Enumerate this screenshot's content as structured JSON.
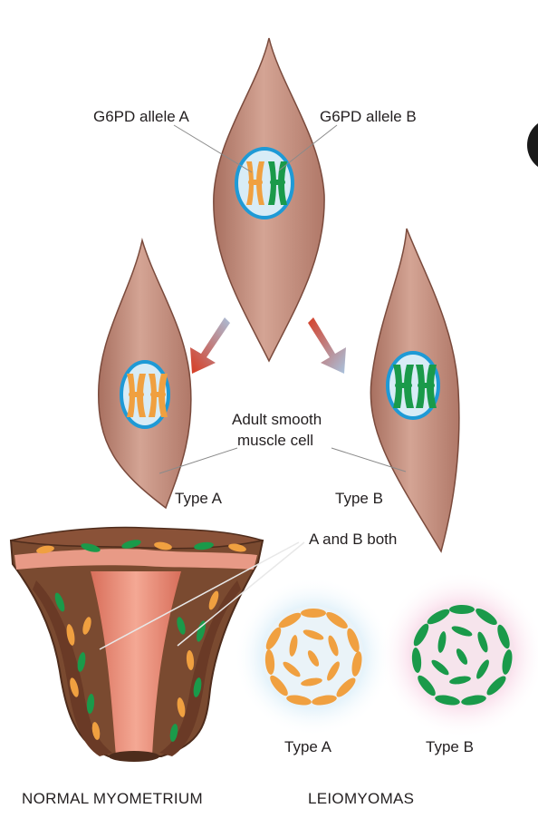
{
  "labels": {
    "allele_a": "G6PD allele A",
    "allele_b": "G6PD allele B",
    "adult_line1": "Adult smooth",
    "adult_line2": "muscle  cell",
    "type_a_cell": "Type A",
    "type_b_cell": "Type B",
    "ab_both": "A and B both",
    "type_a_tumor": "Type A",
    "type_b_tumor": "Type B",
    "normal_myometrium": "NORMAL MYOMETRIUM",
    "leiomyomas": "LEIOMYOMAS"
  },
  "colors": {
    "cell_fill": "#c49080",
    "cell_stroke": "#7a4a3c",
    "nucleus_fill": "#d8ecf6",
    "nucleus_ring": "#1e9ad6",
    "allele_a": "#f0a040",
    "allele_b": "#1a9a4a",
    "tissue_dark": "#7a4a30",
    "tissue_pink": "#e8907c",
    "arrow_red": "#d84a2a",
    "arrow_blue": "#9ab8d8"
  }
}
